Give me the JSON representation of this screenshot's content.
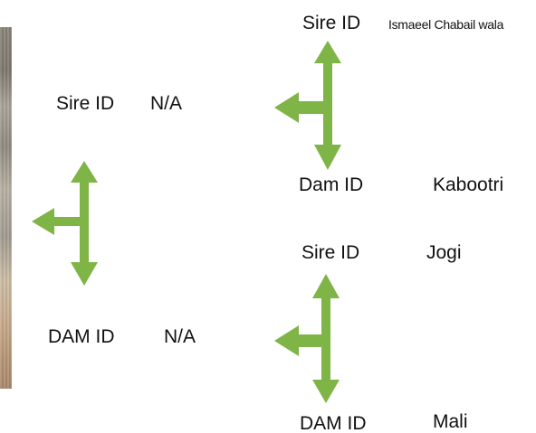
{
  "colors": {
    "arrow": "#7fb446",
    "text": "#111111"
  },
  "images": {
    "left_photo": "partial-photo-strip"
  },
  "icons": {
    "connector": "tee-arrow-icon"
  },
  "labels": {
    "sire_id": "Sire ID",
    "sire_id_value": "N/A",
    "dam_id": "DAM ID",
    "dam_id_value": "N/A",
    "sire_sire_id": "Sire ID",
    "sire_sire_value": "Ismaeel Chabail wala",
    "sire_dam_id": "Dam ID",
    "sire_dam_value": "Kabootri",
    "dam_sire_id": "Sire ID",
    "dam_sire_value": "Jogi",
    "dam_dam_id": "DAM ID",
    "dam_dam_value": "Mali"
  }
}
